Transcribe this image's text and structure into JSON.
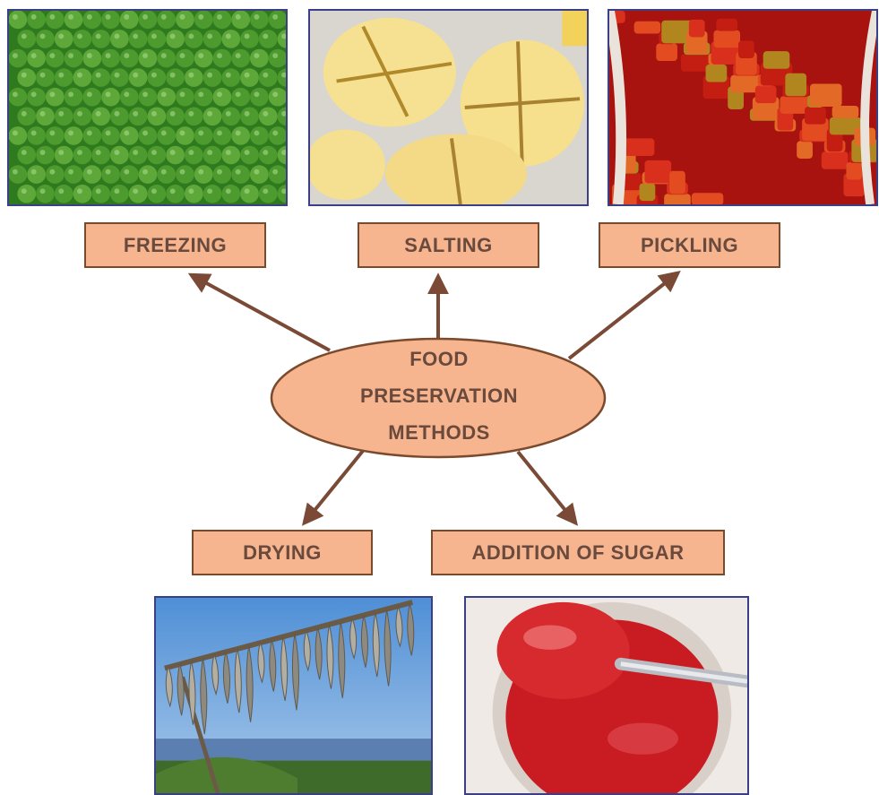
{
  "diagram": {
    "center": {
      "lines": [
        "FOOD",
        "PRESERVATION",
        "METHODS"
      ]
    },
    "methods": {
      "freezing": "FREEZING",
      "salting": "SALTING",
      "pickling": "PICKLING",
      "drying": "DRYING",
      "sugar": "ADDITION OF SUGAR"
    }
  },
  "colors": {
    "box_fill": "#f6b48f",
    "box_border": "#7a4a2d",
    "arrow": "#7a4a36",
    "text": "#6a4a3c",
    "photo_border": "#3b3f86"
  },
  "photos": [
    "green peas",
    "salted lemons",
    "mixed pickle",
    "drying fish",
    "strawberry jam"
  ]
}
